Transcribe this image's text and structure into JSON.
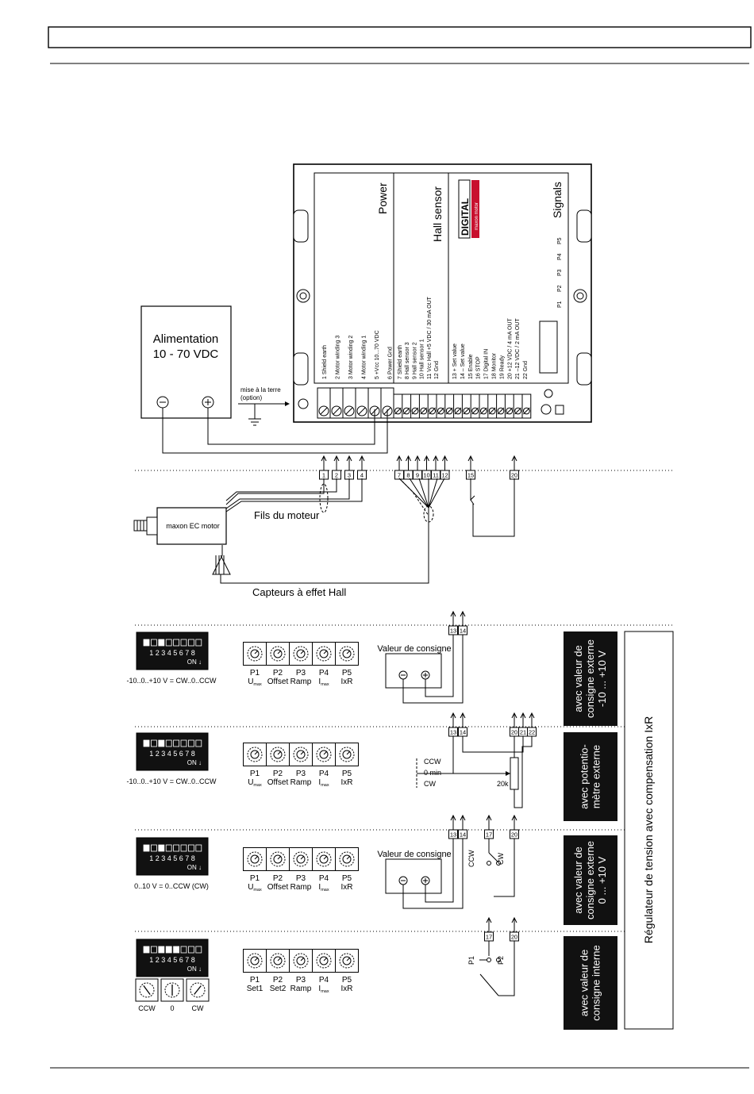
{
  "power_supply": {
    "title_line1": "Alimentation",
    "title_line2": "10 - 70 VDC",
    "minus": "⊖",
    "plus": "⊕"
  },
  "ground_note": {
    "line1": "mise à la terre",
    "line2": "(option)"
  },
  "controller": {
    "power_title": "Power",
    "hall_title": "Hall sensor",
    "signals_title": "Signals",
    "brand": "DIGITAL",
    "brand_sub": "maxon motor",
    "power_terminals": [
      "1  Shield earth",
      "2  Motor winding 3",
      "3  Motor winding 2",
      "4  Motor winding 1",
      "5  +Vcc 10...70 VDC",
      "6  Power Gnd"
    ],
    "hall_terminals": [
      "7  Shield earth",
      "8  Hall sensor 3",
      "9  Hall sensor 2",
      "10  Hall sensor 1",
      "11  Vcc Hall +5 VDC / 30 mA OUT",
      "12  Gnd"
    ],
    "signal_terminals": [
      "13  + Set value",
      "14  – Set value",
      "15  Enable",
      "16  STOP",
      "17  Digital IN",
      "18  Monitor",
      "19  Ready",
      "20  +12 VDC / 4 mA OUT",
      "21  –12 VDC / 2 mA OUT",
      "22  Gnd"
    ],
    "pot_labels": [
      "P1",
      "P2",
      "P3",
      "P4",
      "P5"
    ]
  },
  "motor": {
    "label": "maxon EC motor",
    "wires_label": "Fils du moteur",
    "hall_label": "Capteurs à effet Hall"
  },
  "wiring_pins": {
    "motor": [
      "1",
      "2",
      "3",
      "4"
    ],
    "hall": [
      "7",
      "8",
      "9",
      "10",
      "11",
      "12"
    ],
    "enable": "15",
    "supply": "20"
  },
  "pot_row_labels": {
    "standard": [
      {
        "top": "P1",
        "bottom": "U",
        "sub": "max"
      },
      {
        "top": "P2",
        "bottom": "Offset",
        "sub": ""
      },
      {
        "top": "P3",
        "bottom": "Ramp",
        "sub": ""
      },
      {
        "top": "P4",
        "bottom": "I",
        "sub": "max"
      },
      {
        "top": "P5",
        "bottom": "IxR",
        "sub": ""
      }
    ],
    "internal": [
      {
        "top": "P1",
        "bottom": "Set1",
        "sub": ""
      },
      {
        "top": "P2",
        "bottom": "Set2",
        "sub": ""
      },
      {
        "top": "P3",
        "bottom": "Ramp",
        "sub": ""
      },
      {
        "top": "P4",
        "bottom": "I",
        "sub": "max"
      },
      {
        "top": "P5",
        "bottom": "IxR",
        "sub": ""
      }
    ]
  },
  "dip_numbers": "1 2 3 4 5 6 7 8",
  "dip_on": "ON",
  "modes": [
    {
      "switch_on": [
        1,
        3
      ],
      "caption": "-10..0..+10 V = CW..0..CCW",
      "setpoint_label": "Valeur de consigne",
      "pins": [
        "13",
        "14"
      ],
      "side_label": [
        "avec valeur de",
        "consigne externe",
        "-10 ... +10 V"
      ]
    },
    {
      "switch_on": [
        1,
        3
      ],
      "caption": "-10..0..+10 V = CW..0..CCW",
      "pins_left": [
        "13",
        "14"
      ],
      "pins_right": [
        "20",
        "21",
        "22"
      ],
      "pot_marks": [
        "CCW",
        "0 min",
        "CW"
      ],
      "pot_value": "20k",
      "side_label": [
        "avec potentio-",
        "mètre externe"
      ]
    },
    {
      "switch_on": [
        1,
        3
      ],
      "caption": "0..10 V = 0..CCW (CW)",
      "setpoint_label": "Valeur de consigne",
      "pins": [
        "13",
        "14",
        "17",
        "20"
      ],
      "switch_labels": [
        "CCW",
        "CW"
      ],
      "side_label": [
        "avec valeur de",
        "consigne externe",
        "0 ... +10 V"
      ]
    },
    {
      "switch_on": [
        1,
        3,
        4,
        5
      ],
      "caption_marks": [
        "CCW",
        "0",
        "CW"
      ],
      "pins": [
        "17",
        "20"
      ],
      "switch_labels": [
        "P1",
        "P2"
      ],
      "side_label": [
        "avec valeur de",
        "consigne interne"
      ]
    }
  ],
  "regulator_label": "Régulateur de tension avec compensation IxR"
}
